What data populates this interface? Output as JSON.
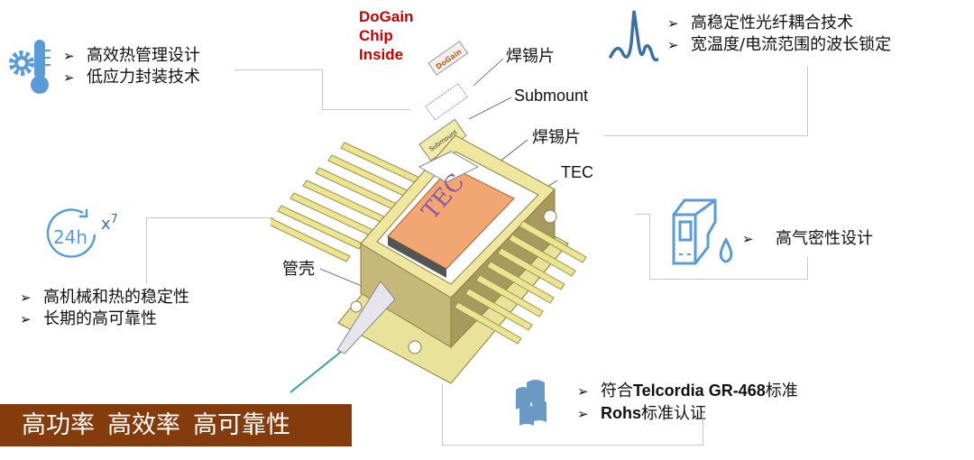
{
  "chip_label": [
    "DoGain",
    "Chip",
    "Inside"
  ],
  "parts": {
    "solder_top": "焊锡片",
    "submount": "Submount",
    "solder_bottom": "焊锡片",
    "tec": "TEC",
    "housing": "管壳"
  },
  "chip_engravings": {
    "chip": "DoGain",
    "submount": "Submount",
    "tec": "TEC"
  },
  "thermal": {
    "icon": "gear-thermometer-icon",
    "items": [
      "高效热管理设计",
      "低应力封装技术"
    ]
  },
  "wavelength": {
    "icon": "spectrum-peak-icon",
    "items": [
      "高稳定性光纤耦合技术",
      "宽温度/电流范围的波长锁定"
    ]
  },
  "hermetic": {
    "icon": "humidity-device-icon",
    "items": [
      "高气密性设计"
    ]
  },
  "stability": {
    "icon": "24h-clock-icon",
    "icon_text": "24h",
    "multiplier": "x",
    "multiplier_sup": "7",
    "items": [
      "高机械和热的稳定性",
      "长期的高可靠性"
    ]
  },
  "standards": {
    "icon": "document-stack-icon",
    "items": [
      {
        "prefix": "符合",
        "bold": "Telcordia GR-468",
        "suffix": "标准"
      },
      {
        "prefix": "",
        "bold": "Rohs",
        "suffix": "标准认证"
      }
    ]
  },
  "banner": [
    "高功率",
    "高效率",
    "高可靠性"
  ],
  "bullet_glyph": "➢",
  "colors": {
    "accent_blue": "#5b9bd5",
    "banner": "#843c0c",
    "chip_red": "#c00000"
  }
}
